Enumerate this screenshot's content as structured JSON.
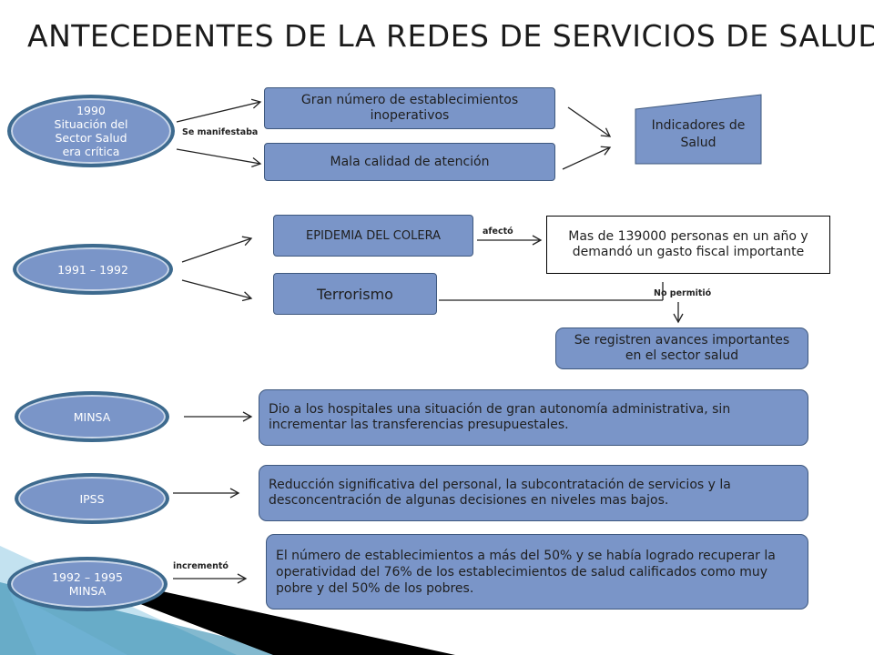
{
  "title": "ANTECEDENTES DE LA REDES DE SERVICIOS DE SALUD",
  "ovals": {
    "o1990": [
      "1990",
      "Situación del",
      "Sector Salud",
      "era crítica"
    ],
    "o1991": [
      "1991 – 1992"
    ],
    "minsa": [
      "MINSA"
    ],
    "ipss": [
      "IPSS"
    ],
    "o1992": [
      "1992 – 1995",
      "MINSA"
    ]
  },
  "labels": {
    "se_manifestaba": "Se manifestaba",
    "afecto": "afectó",
    "no_permitio": "No permitió",
    "incremento": "incrementó"
  },
  "boxes": {
    "gran_numero": "Gran número de establecimientos inoperativos",
    "mala_calidad": "Mala calidad de atención",
    "indicadores": "Indicadores de Salud",
    "epidemia": "EPIDEMIA DEL COLERA",
    "terrorismo": "Terrorismo",
    "mas_139000": "Mas de 139000 personas en un año y demandó un gasto fiscal importante",
    "se_registren": "Se registren avances importantes en el sector salud",
    "minsa_text": "Dio a los hospitales una situación de gran autonomía administrativa, sin incrementar las transferencias presupuestales.",
    "ipss_text": "Reducción significativa del personal, la subcontratación de servicios y la desconcentración de algunas decisiones en niveles mas bajos.",
    "minsa95_text": "El número de establecimientos a más del 50% y se había logrado recuperar la operatividad del 76% de los establecimientos de salud calificados como muy pobre y del 50% de los pobres."
  },
  "colors": {
    "box_fill": "#7a95c8",
    "oval_border": "#3d6a8e",
    "accent_teal": "#1e7fa8"
  }
}
